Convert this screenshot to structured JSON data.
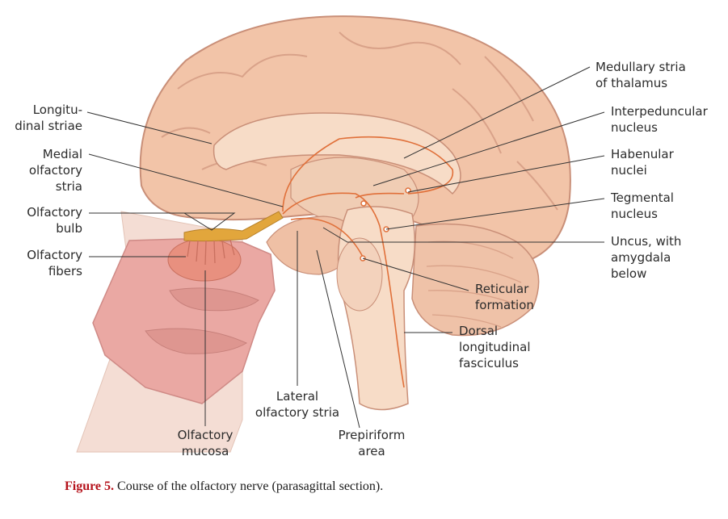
{
  "labels": {
    "longitudinal_striae": [
      "Longitu-",
      "dinal striae"
    ],
    "medial_olfactory_stria": [
      "Medial",
      "olfactory",
      "stria"
    ],
    "olfactory_bulb": [
      "Olfactory",
      "bulb"
    ],
    "olfactory_fibers": [
      "Olfactory",
      "fibers"
    ],
    "medullary_stria": [
      "Medullary stria",
      "of thalamus"
    ],
    "interpeduncular_nucleus": [
      "Interpeduncular",
      "nucleus"
    ],
    "habenular_nuclei": [
      "Habenular",
      "nuclei"
    ],
    "tegmental_nucleus": [
      "Tegmental",
      "nucleus"
    ],
    "uncus_amygdala": [
      "Uncus, with",
      "amygdala",
      "below"
    ],
    "reticular_formation": [
      "Reticular",
      "formation"
    ],
    "dorsal_longitudinal_fasciculus": [
      "Dorsal",
      "longitudinal",
      "fasciculus"
    ],
    "lateral_olfactory_stria": [
      "Lateral",
      "olfactory stria"
    ],
    "olfactory_mucosa": [
      "Olfactory",
      "mucosa"
    ],
    "prepiriform_area": [
      "Prepiriform",
      "area"
    ]
  },
  "caption": {
    "number": "Figure 5.",
    "text": " Course of the olfactory nerve (parasagittal section)."
  },
  "colors": {
    "brain": "#f2c4a8",
    "brain_outline": "#c98f78",
    "section": "#f7dcc7",
    "nasal": "#eaa8a3",
    "tract": "#e2a63c",
    "pathway": "#e0703a",
    "leader": "#333333",
    "caption_number": "#b5121b"
  }
}
